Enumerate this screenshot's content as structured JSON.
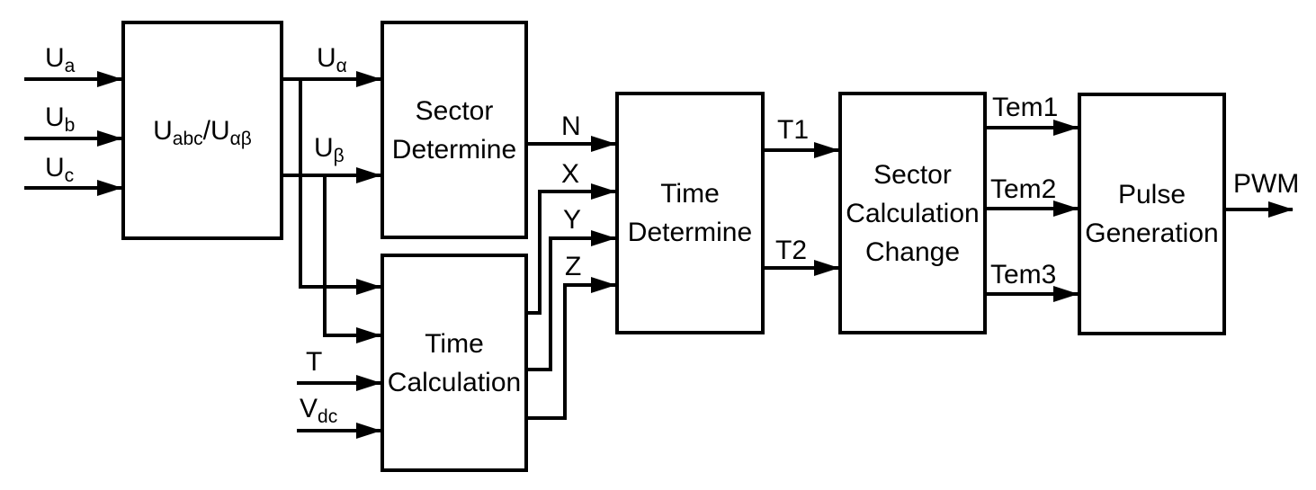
{
  "diagram": {
    "background_color": "#ffffff",
    "line_color": "#000000"
  },
  "blocks": {
    "abc": {
      "p1": "U",
      "s1": "abc",
      "p2": "/U",
      "s2": "αβ"
    },
    "sector_determine": {
      "line1": "Sector",
      "line2": "Determine"
    },
    "time_calculation": {
      "line1": "Time",
      "line2": "Calculation"
    },
    "time_determine": {
      "line1": "Time",
      "line2": "Determine"
    },
    "sector_calculation_change": {
      "line1": "Sector",
      "line2": "Calculation",
      "line3": "Change"
    },
    "pulse_generation": {
      "line1": "Pulse",
      "line2": "Generation"
    }
  },
  "signals": {
    "ua": {
      "base": "U",
      "sub": "a"
    },
    "ub": {
      "base": "U",
      "sub": "b"
    },
    "uc": {
      "base": "U",
      "sub": "c"
    },
    "ualpha": {
      "base": "U",
      "sub": "α"
    },
    "ubeta": {
      "base": "U",
      "sub": "β"
    },
    "t": {
      "text": "T"
    },
    "vdc": {
      "base": "V",
      "sub": "dc"
    },
    "n": {
      "text": "N"
    },
    "x": {
      "text": "X"
    },
    "y": {
      "text": "Y"
    },
    "z": {
      "text": "Z"
    },
    "t1": {
      "text": "T1"
    },
    "t2": {
      "text": "T2"
    },
    "tem1": {
      "text": "Tem1"
    },
    "tem2": {
      "text": "Tem2"
    },
    "tem3": {
      "text": "Tem3"
    },
    "pwm": {
      "text": "PWM"
    }
  }
}
